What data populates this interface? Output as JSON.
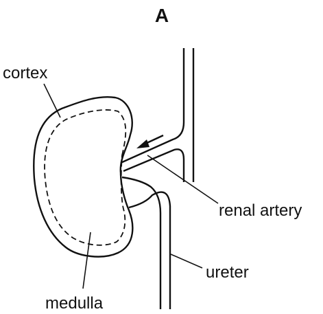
{
  "figure_label": "A",
  "labels": {
    "cortex": "cortex",
    "renal_artery": "renal artery",
    "ureter": "ureter",
    "medulla": "medulla"
  },
  "colors": {
    "line": "#111111",
    "background": "#ffffff"
  }
}
